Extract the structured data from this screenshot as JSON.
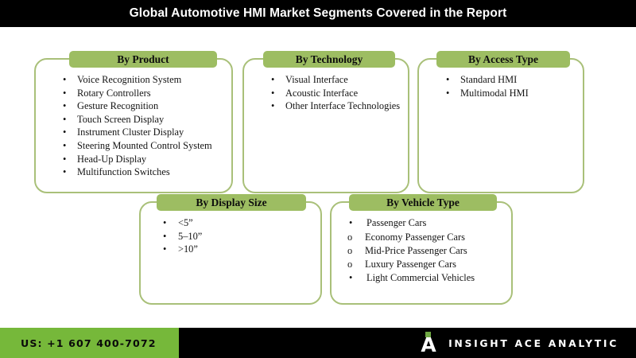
{
  "header": {
    "title": "Global Automotive HMI Market Segments Covered in the Report"
  },
  "cards": [
    {
      "id": "product",
      "title": "By Product",
      "items": [
        "Voice Recognition System",
        "Rotary Controllers",
        "Gesture Recognition",
        "Touch Screen Display",
        "Instrument Cluster Display",
        "Steering Mounted Control System",
        "Head-Up Display",
        "Multifunction Switches"
      ]
    },
    {
      "id": "technology",
      "title": "By Technology",
      "items": [
        "Visual Interface",
        "Acoustic Interface",
        "Other Interface Technologies"
      ]
    },
    {
      "id": "access",
      "title": "By Access Type",
      "items": [
        "Standard HMI",
        "Multimodal HMI"
      ]
    },
    {
      "id": "display-size",
      "title": "By Display Size",
      "items": [
        "<5”",
        "5–10”",
        ">10”"
      ]
    },
    {
      "id": "vehicle-type",
      "title": "By Vehicle Type",
      "items": [
        "Passenger Cars",
        "Light Commercial Vehicles"
      ],
      "sub_items": [
        "Economy Passenger Cars",
        "Mid-Price Passenger Cars",
        "Luxury Passenger Cars"
      ]
    }
  ],
  "bullets": {
    "level1_glyph": "•",
    "level2_glyph": "o"
  },
  "footer": {
    "phone": "US: +1 607 400-7072",
    "brand_name": "INSIGHT ACE ANALYTIC",
    "brand_logo_letter": "A"
  },
  "colors": {
    "header_background": "#000000",
    "title_pill": "#9dbd62",
    "card_border": "#a9c079",
    "footer_band": "#76b83a",
    "footer_background": "#000000",
    "logo_dot": "#6fa843",
    "text": "#141414"
  }
}
